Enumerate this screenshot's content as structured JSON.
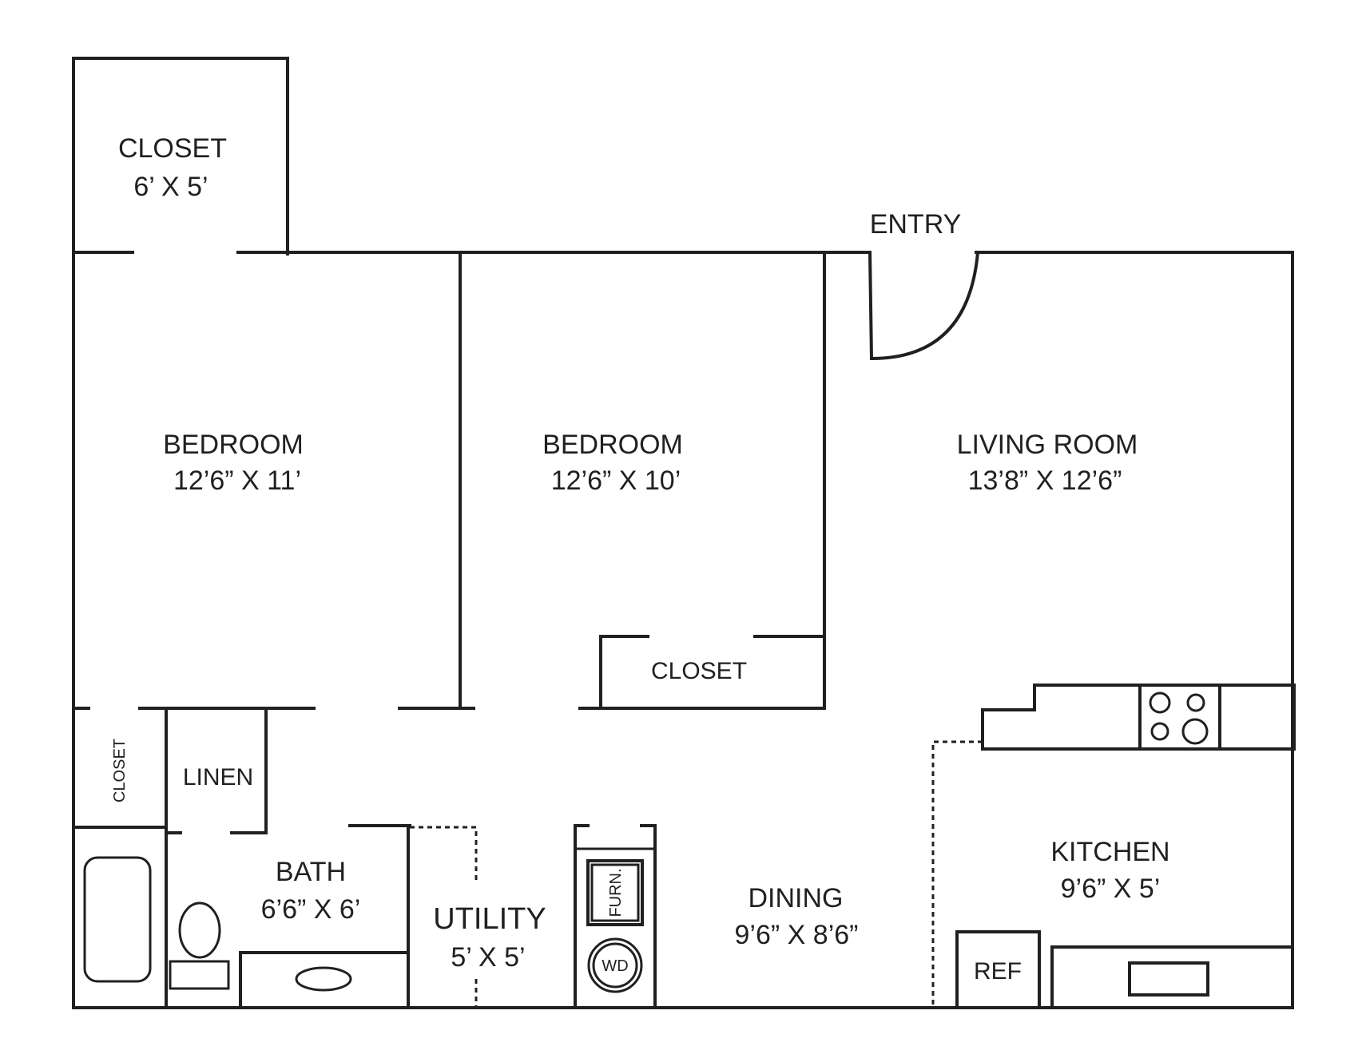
{
  "rooms": {
    "closet_top": {
      "name": "CLOSET",
      "size": "6’ X 5’"
    },
    "entry": {
      "name": "ENTRY"
    },
    "bedroom_1": {
      "name": "BEDROOM",
      "size": "12’6” X 11’"
    },
    "bedroom_2": {
      "name": "BEDROOM",
      "size": "12’6” X 10’"
    },
    "living_room": {
      "name": "LIVING ROOM",
      "size": "13’8” X 12’6”"
    },
    "closet_bedroom2": {
      "name": "CLOSET"
    },
    "closet_hall": {
      "name": "CLOSET"
    },
    "linen": {
      "name": "LINEN"
    },
    "bath": {
      "name": "BATH",
      "size": "6’6” X 6’"
    },
    "utility": {
      "name": "UTILITY",
      "size": "5’ X 5’"
    },
    "dining": {
      "name": "DINING",
      "size": "9’6” X 8’6”"
    },
    "kitchen": {
      "name": "KITCHEN",
      "size": "9’6” X 5’"
    }
  },
  "fixtures": {
    "furnace": "FURN.",
    "washer_dryer": "WD",
    "refrigerator": "REF"
  }
}
